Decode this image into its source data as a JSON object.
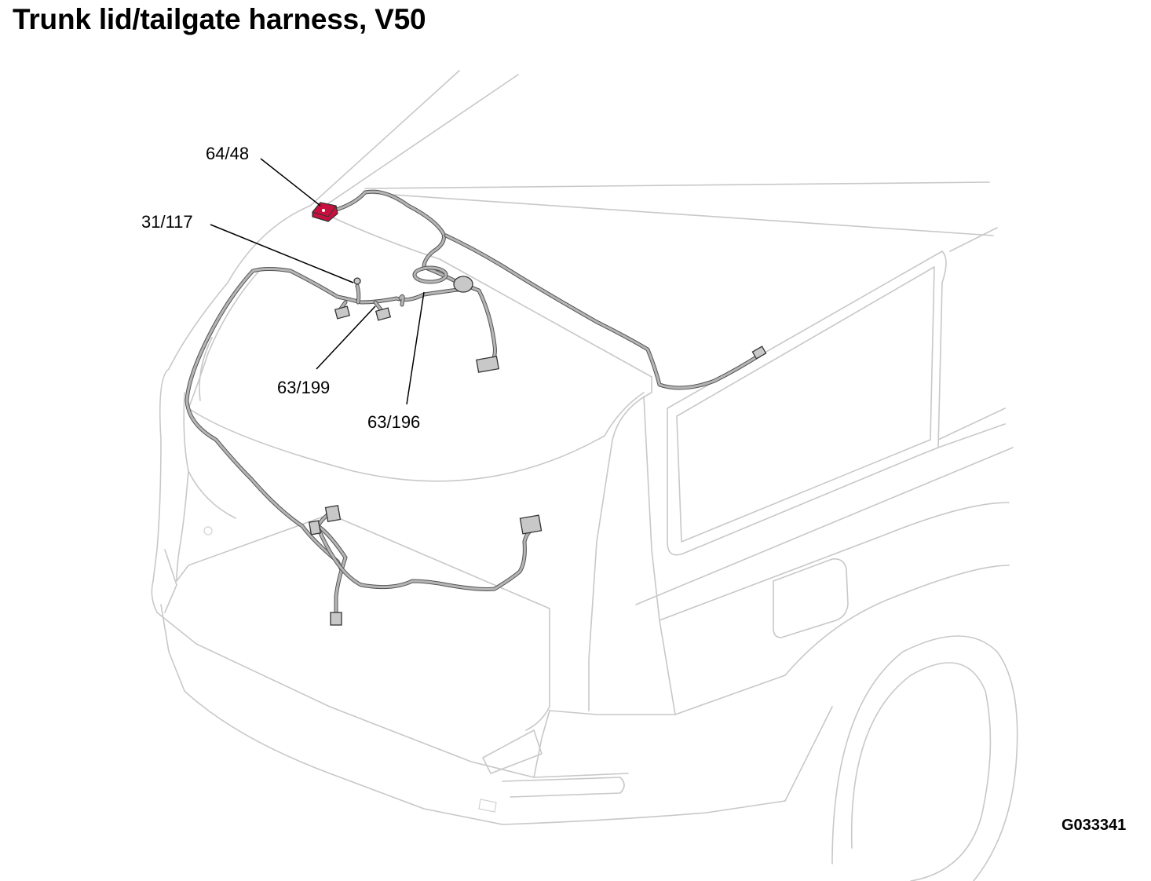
{
  "title": "Trunk lid/tailgate harness, V50",
  "figure_id": "G033341",
  "labels": {
    "c64_48": "64/48",
    "c31_117": "31/117",
    "c63_199": "63/199",
    "c63_196": "63/196"
  },
  "colors": {
    "highlight": "#c8103e",
    "car_outline": "#c8c8c8",
    "harness": "#555555"
  }
}
